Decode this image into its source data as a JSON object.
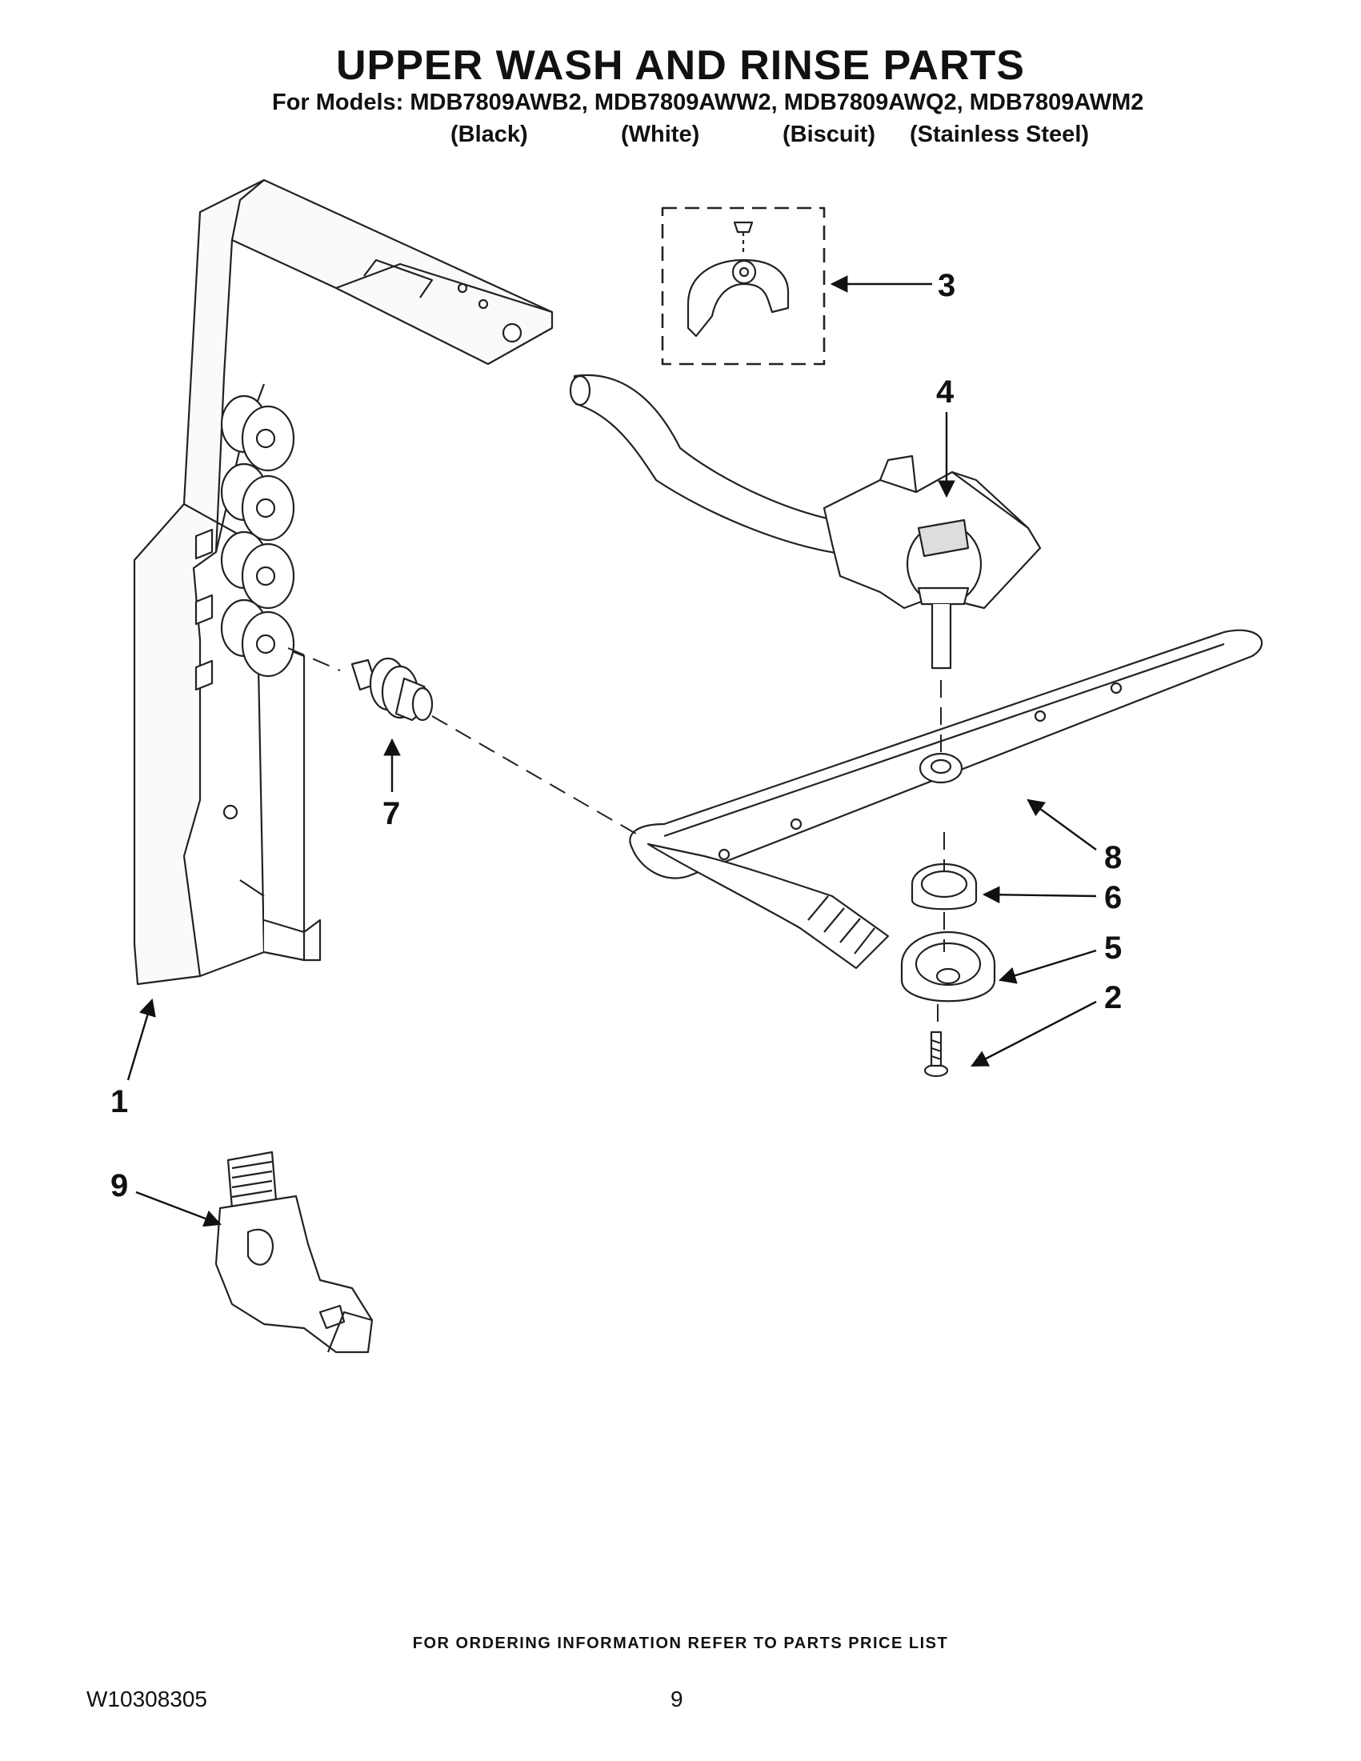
{
  "header": {
    "title": "UPPER WASH AND RINSE PARTS",
    "models": "For Models: MDB7809AWB2, MDB7809AWW2, MDB7809AWQ2, MDB7809AWM2",
    "colors": [
      "(Black)",
      "(White)",
      "(Biscuit)",
      "(Stainless Steel)"
    ]
  },
  "callouts": [
    "1",
    "2",
    "3",
    "4",
    "5",
    "6",
    "7",
    "8",
    "9"
  ],
  "footer": {
    "note": "FOR ORDERING INFORMATION REFER TO PARTS PRICE LIST",
    "doc_number": "W10308305",
    "page_number": "9"
  }
}
